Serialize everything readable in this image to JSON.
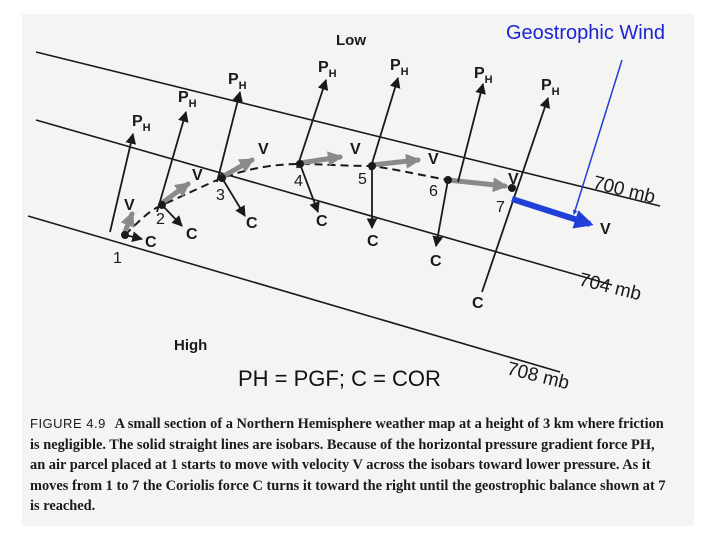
{
  "title": "Geostrophic Wind",
  "legend": "PH = PGF; C = COR",
  "diagram": {
    "low_label": "Low",
    "high_label": "High",
    "isobars": [
      "700 mb",
      "704 mb",
      "708 mb"
    ],
    "points": [
      "1",
      "2",
      "3",
      "4",
      "5",
      "6",
      "7"
    ],
    "pgf_label": "P",
    "pgf_sub": "H",
    "coriolis_label": "C",
    "velocity_label": "V"
  },
  "caption": {
    "figure": "FIGURE 4.9",
    "text": "A small section of a Northern Hemisphere weather map at a height of 3 km where friction is negligible. The solid straight lines are isobars. Because of the horizontal pressure gradient force PH, an air parcel placed at 1 starts to move with velocity V across the isobars toward lower pressure. As it moves from 1 to 7 the Coriolis force C turns it toward the right until the geostrophic balance shown at 7 is reached."
  },
  "colors": {
    "arrow_blue": "#1f3fd8",
    "ink": "#1a1a1a",
    "velocity_gray": "#8a8a8a"
  }
}
